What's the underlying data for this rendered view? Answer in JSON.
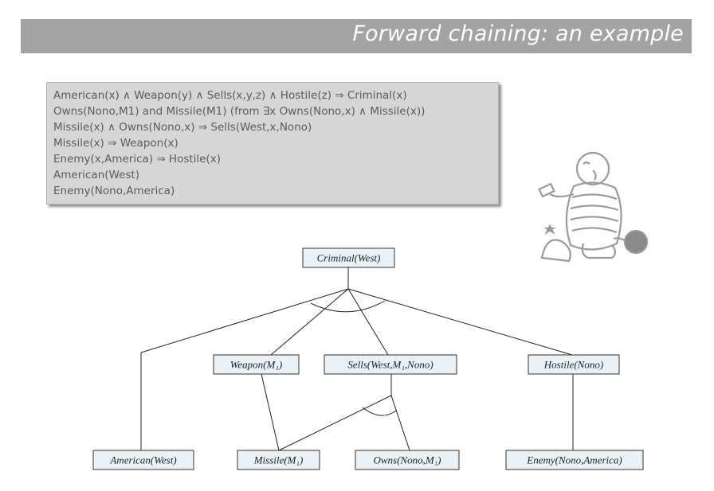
{
  "title": "Forward chaining: an example",
  "rules": [
    "American(x) ∧ Weapon(y) ∧ Sells(x,y,z) ∧ Hostile(z) ⇒ Criminal(x)",
    "Owns(Nono,M1) and Missile(M1) (from ∃x Owns(Nono,x) ∧ Missile(x))",
    "Missile(x) ∧ Owns(Nono,x) ⇒ Sells(West,x,Nono)",
    "Missile(x) ⇒ Weapon(x)",
    "Enemy(x,America) ⇒ Hostile(x)",
    "American(West)",
    "Enemy(Nono,America)"
  ],
  "tree": {
    "root": "Criminal(West)",
    "level2": {
      "weapon": "Weapon(M₁)",
      "sells": "Sells(West,M₁,Nono)",
      "hostile": "Hostile(Nono)"
    },
    "level3": {
      "american": "American(West)",
      "missile": "Missile(M₁)",
      "owns": "Owns(Nono,M₁)",
      "enemy": "Enemy(Nono,America)"
    }
  },
  "illustration": {
    "icon": "criminal-cartoon-icon"
  }
}
